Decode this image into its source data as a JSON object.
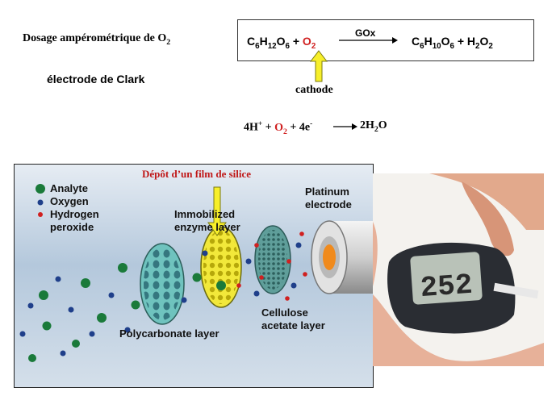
{
  "header": {
    "title_prefix": "Dosage ampérométrique de O",
    "title_sub": "2",
    "subtitle": "électrode de Clark"
  },
  "reaction": {
    "enzyme": "GOx",
    "glucose": {
      "c": "C",
      "c_n": "6",
      "h": "H",
      "h_n": "12",
      "o": "O",
      "o_n": "6"
    },
    "plus1": " + ",
    "oxygen": {
      "o": "O",
      "o_n": "2"
    },
    "gluconolactone": {
      "c": "C",
      "c_n": "6",
      "h": "H",
      "h_n": "10",
      "o": "O",
      "o_n": "6"
    },
    "plus2": " + ",
    "peroxide": {
      "h": "H",
      "h_n": "2",
      "o": "O",
      "o_n": "2"
    }
  },
  "cathode": {
    "label": "cathode",
    "equation": {
      "h_coef": "4H",
      "h_charge": "+",
      "plus1": " + ",
      "o": "O",
      "o_n": "2",
      "plus2": " + ",
      "e_coef": "4e",
      "e_charge": "-",
      "product_h": "2H",
      "product_h_n": "2",
      "product_o": "O"
    }
  },
  "diagram": {
    "annotation": "Dépôt d’un film de silice",
    "legend": [
      {
        "label": "Analyte",
        "color": "#1a7a3a"
      },
      {
        "label": "Oxygen",
        "color": "#1f3f8a"
      },
      {
        "label": "Hydrogen",
        "color": "#d02020"
      },
      {
        "label": "peroxide",
        "color": ""
      }
    ],
    "layers": {
      "platinum_1": "Platinum",
      "platinum_2": "electrode",
      "enzyme_1": "Immobilized",
      "enzyme_2": "enzyme layer",
      "cellulose_1": "Cellulose",
      "cellulose_2": "acetate layer",
      "polycarbonate": "Polycarbonate layer"
    },
    "colors": {
      "polycarbonate": "#6fc3be",
      "enzyme": "#f2e83a",
      "cellulose": "#5f9e9a",
      "electrode_core": "#f08a1c"
    }
  },
  "meter": {
    "reading": "252"
  }
}
